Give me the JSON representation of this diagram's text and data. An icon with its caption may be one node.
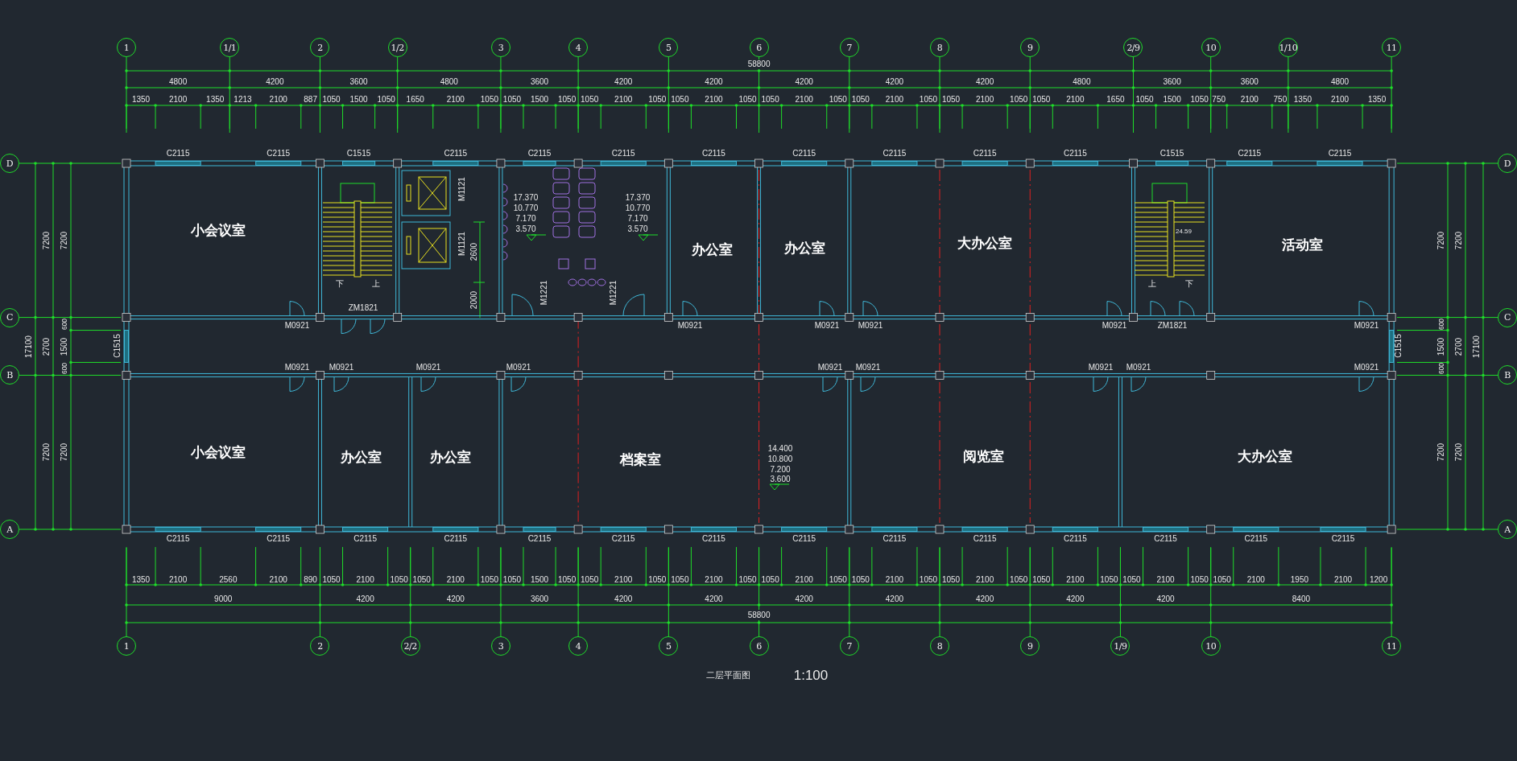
{
  "diagram": {
    "nodes": [
      {
        "text": [
          "1"
        ]
      },
      {
        "text": [
          "1/1"
        ]
      },
      {
        "text": [
          "2"
        ]
      },
      {
        "text": [
          "1/2"
        ]
      },
      {
        "text": [
          "3"
        ]
      },
      {
        "text": [
          "4"
        ]
      },
      {
        "text": [
          "5"
        ]
      },
      {
        "text": [
          "6"
        ]
      },
      {
        "text": [
          "7"
        ]
      },
      {
        "text": [
          "8"
        ]
      },
      {
        "text": [
          "9"
        ]
      },
      {
        "text": [
          "2/9"
        ]
      },
      {
        "text": [
          "10"
        ]
      },
      {
        "text": [
          "1/10"
        ]
      },
      {
        "text": [
          "11"
        ]
      },
      {
        "text": [
          "D"
        ]
      },
      {
        "text": [
          "C"
        ]
      },
      {
        "text": [
          "B"
        ]
      },
      {
        "text": [
          "A"
        ]
      },
      {
        "text": [
          "D"
        ]
      },
      {
        "text": [
          "C"
        ]
      },
      {
        "text": [
          "B"
        ]
      },
      {
        "text": [
          "A"
        ]
      },
      {
        "text": [
          "小会议室"
        ]
      },
      {
        "text": [
          "办公室"
        ]
      },
      {
        "text": [
          "办公室"
        ]
      },
      {
        "text": [
          "大办公室"
        ]
      },
      {
        "text": [
          "活动室"
        ]
      },
      {
        "text": [
          "小会议室"
        ]
      },
      {
        "text": [
          "办公室"
        ]
      },
      {
        "text": [
          "办公室"
        ]
      },
      {
        "text": [
          "档案室"
        ]
      },
      {
        "text": [
          "阅览室"
        ]
      },
      {
        "text": [
          "大办公室"
        ]
      },
      {
        "text": [
          "1"
        ]
      },
      {
        "text": [
          "2"
        ]
      },
      {
        "text": [
          "2/2"
        ]
      },
      {
        "text": [
          "3"
        ]
      },
      {
        "text": [
          "4"
        ]
      },
      {
        "text": [
          "5"
        ]
      },
      {
        "text": [
          "6"
        ]
      },
      {
        "text": [
          "7"
        ]
      },
      {
        "text": [
          "8"
        ]
      },
      {
        "text": [
          "9"
        ]
      },
      {
        "text": [
          "1/9"
        ]
      },
      {
        "text": [
          "10"
        ]
      },
      {
        "text": [
          "11"
        ]
      }
    ],
    "labels": [
      "58800",
      "4800",
      "4200",
      "3600",
      "4800",
      "3600",
      "4200",
      "4200",
      "4200",
      "4200",
      "4200",
      "4800",
      "3600",
      "3600",
      "4800",
      "1350",
      "2100",
      "1350",
      "1213",
      "2100",
      "887",
      "1050",
      "1500",
      "1050",
      "1650",
      "2100",
      "1050",
      "1050",
      "1500",
      "1050",
      "1050",
      "2100",
      "1050",
      "1050",
      "2100",
      "1050",
      "1050",
      "2100",
      "1050",
      "1050",
      "2100",
      "1050",
      "1050",
      "2100",
      "1050",
      "1050",
      "2100",
      "1650",
      "1050",
      "1500",
      "1050",
      "750",
      "2100",
      "750",
      "1350",
      "2100",
      "1350",
      "C2115",
      "C2115",
      "C1515",
      "C2115",
      "C2115",
      "C2115",
      "C2115",
      "C2115",
      "C2115",
      "C2115",
      "C2115",
      "C1515",
      "C2115",
      "C2115",
      "17100",
      "7200",
      "2700",
      "7200",
      "7200",
      "600",
      "1500",
      "600",
      "7200",
      "C1515",
      "C1515",
      "7200",
      "600",
      "1500",
      "600",
      "7200",
      "7200",
      "2700",
      "7200",
      "17100",
      "M1121",
      "M1121",
      "2600",
      "2000",
      "17.370",
      "10.770",
      "7.170",
      "3.570",
      "17.370",
      "10.770",
      "7.170",
      "3.570",
      "下",
      "上",
      "24.59",
      "上",
      "下",
      "M1221",
      "M1221",
      "M0921",
      "ZM1821",
      "M0921",
      "M0921",
      "M0921",
      "M0921",
      "ZM1821",
      "M0921",
      "M0921",
      "M0921",
      "M0921",
      "M0921",
      "M0921",
      "M0921",
      "M0921",
      "M0921",
      "M0921",
      "14.400",
      "10.800",
      "7.200",
      "3.600",
      "C2115",
      "C2115",
      "C2115",
      "C2115",
      "C2115",
      "C2115",
      "C2115",
      "C2115",
      "C2115",
      "C2115",
      "C2115",
      "C2115",
      "C2115",
      "C2115",
      "1350",
      "2100",
      "2560",
      "2100",
      "890",
      "1050",
      "2100",
      "1050",
      "1050",
      "2100",
      "1050",
      "1050",
      "1500",
      "1050",
      "1050",
      "2100",
      "1050",
      "1050",
      "2100",
      "1050",
      "1050",
      "2100",
      "1050",
      "1050",
      "2100",
      "1050",
      "1050",
      "2100",
      "1050",
      "1050",
      "2100",
      "1050",
      "1050",
      "2100",
      "1050",
      "1050",
      "2100",
      "1950",
      "2100",
      "1200",
      "9000",
      "4200",
      "4200",
      "3600",
      "4200",
      "4200",
      "4200",
      "4200",
      "4200",
      "4200",
      "4200",
      "8400",
      "58800",
      "二层平面图",
      "1:100"
    ]
  }
}
